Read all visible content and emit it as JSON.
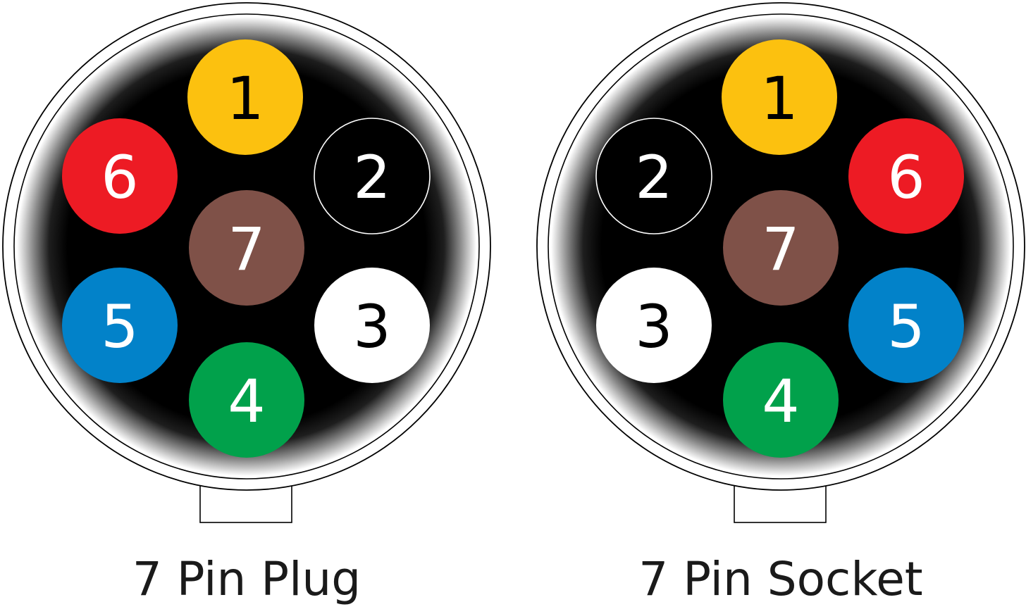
{
  "colors": {
    "yellow": "#fcc10f",
    "black": "#000000",
    "white": "#ffffff",
    "green": "#01a14b",
    "blue": "#0282c9",
    "red": "#ed1b24",
    "brown": "#7f5148",
    "face": "#000000",
    "outline": "#000000"
  },
  "connectors": [
    {
      "id": "plug",
      "label": "7 Pin Plug",
      "pins": [
        {
          "number": "1",
          "color": "yellow",
          "text_color": "black",
          "slot": "top"
        },
        {
          "number": "2",
          "color": "black",
          "text_color": "white",
          "slot": "upper-right",
          "ring": true
        },
        {
          "number": "3",
          "color": "white",
          "text_color": "black",
          "slot": "lower-right"
        },
        {
          "number": "4",
          "color": "green",
          "text_color": "white",
          "slot": "bottom"
        },
        {
          "number": "5",
          "color": "blue",
          "text_color": "white",
          "slot": "lower-left"
        },
        {
          "number": "6",
          "color": "red",
          "text_color": "white",
          "slot": "upper-left"
        },
        {
          "number": "7",
          "color": "brown",
          "text_color": "white",
          "slot": "center"
        }
      ]
    },
    {
      "id": "socket",
      "label": "7 Pin Socket",
      "pins": [
        {
          "number": "1",
          "color": "yellow",
          "text_color": "black",
          "slot": "top"
        },
        {
          "number": "2",
          "color": "black",
          "text_color": "white",
          "slot": "upper-left",
          "ring": true
        },
        {
          "number": "3",
          "color": "white",
          "text_color": "black",
          "slot": "lower-left"
        },
        {
          "number": "4",
          "color": "green",
          "text_color": "white",
          "slot": "bottom"
        },
        {
          "number": "5",
          "color": "blue",
          "text_color": "white",
          "slot": "lower-right"
        },
        {
          "number": "6",
          "color": "red",
          "text_color": "white",
          "slot": "upper-right"
        },
        {
          "number": "7",
          "color": "brown",
          "text_color": "white",
          "slot": "center"
        }
      ]
    }
  ]
}
